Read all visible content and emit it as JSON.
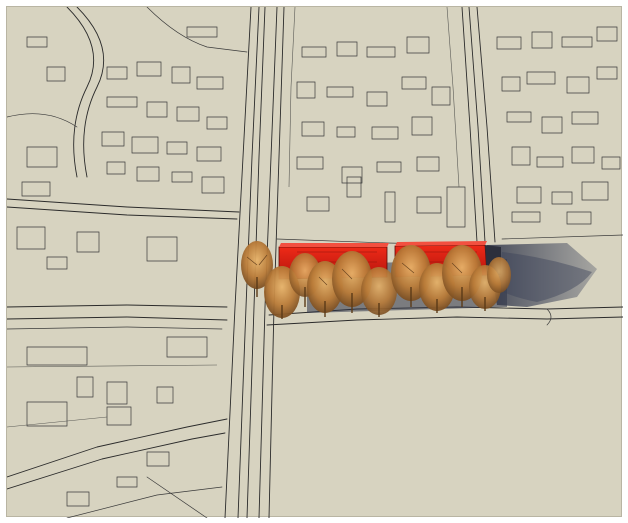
{
  "scene": {
    "background_color": "#d7d3c0",
    "line_color": "#2b2b2b",
    "shadow_color": "#3a4256",
    "building_color": "#d21c12",
    "tree_color": "#c08a44"
  },
  "elements": {
    "road_network": "linework-site-plan",
    "highlight_buildings": "red-building-block",
    "trees": "autumn-tree-row",
    "shadow": "cast-shadow"
  }
}
